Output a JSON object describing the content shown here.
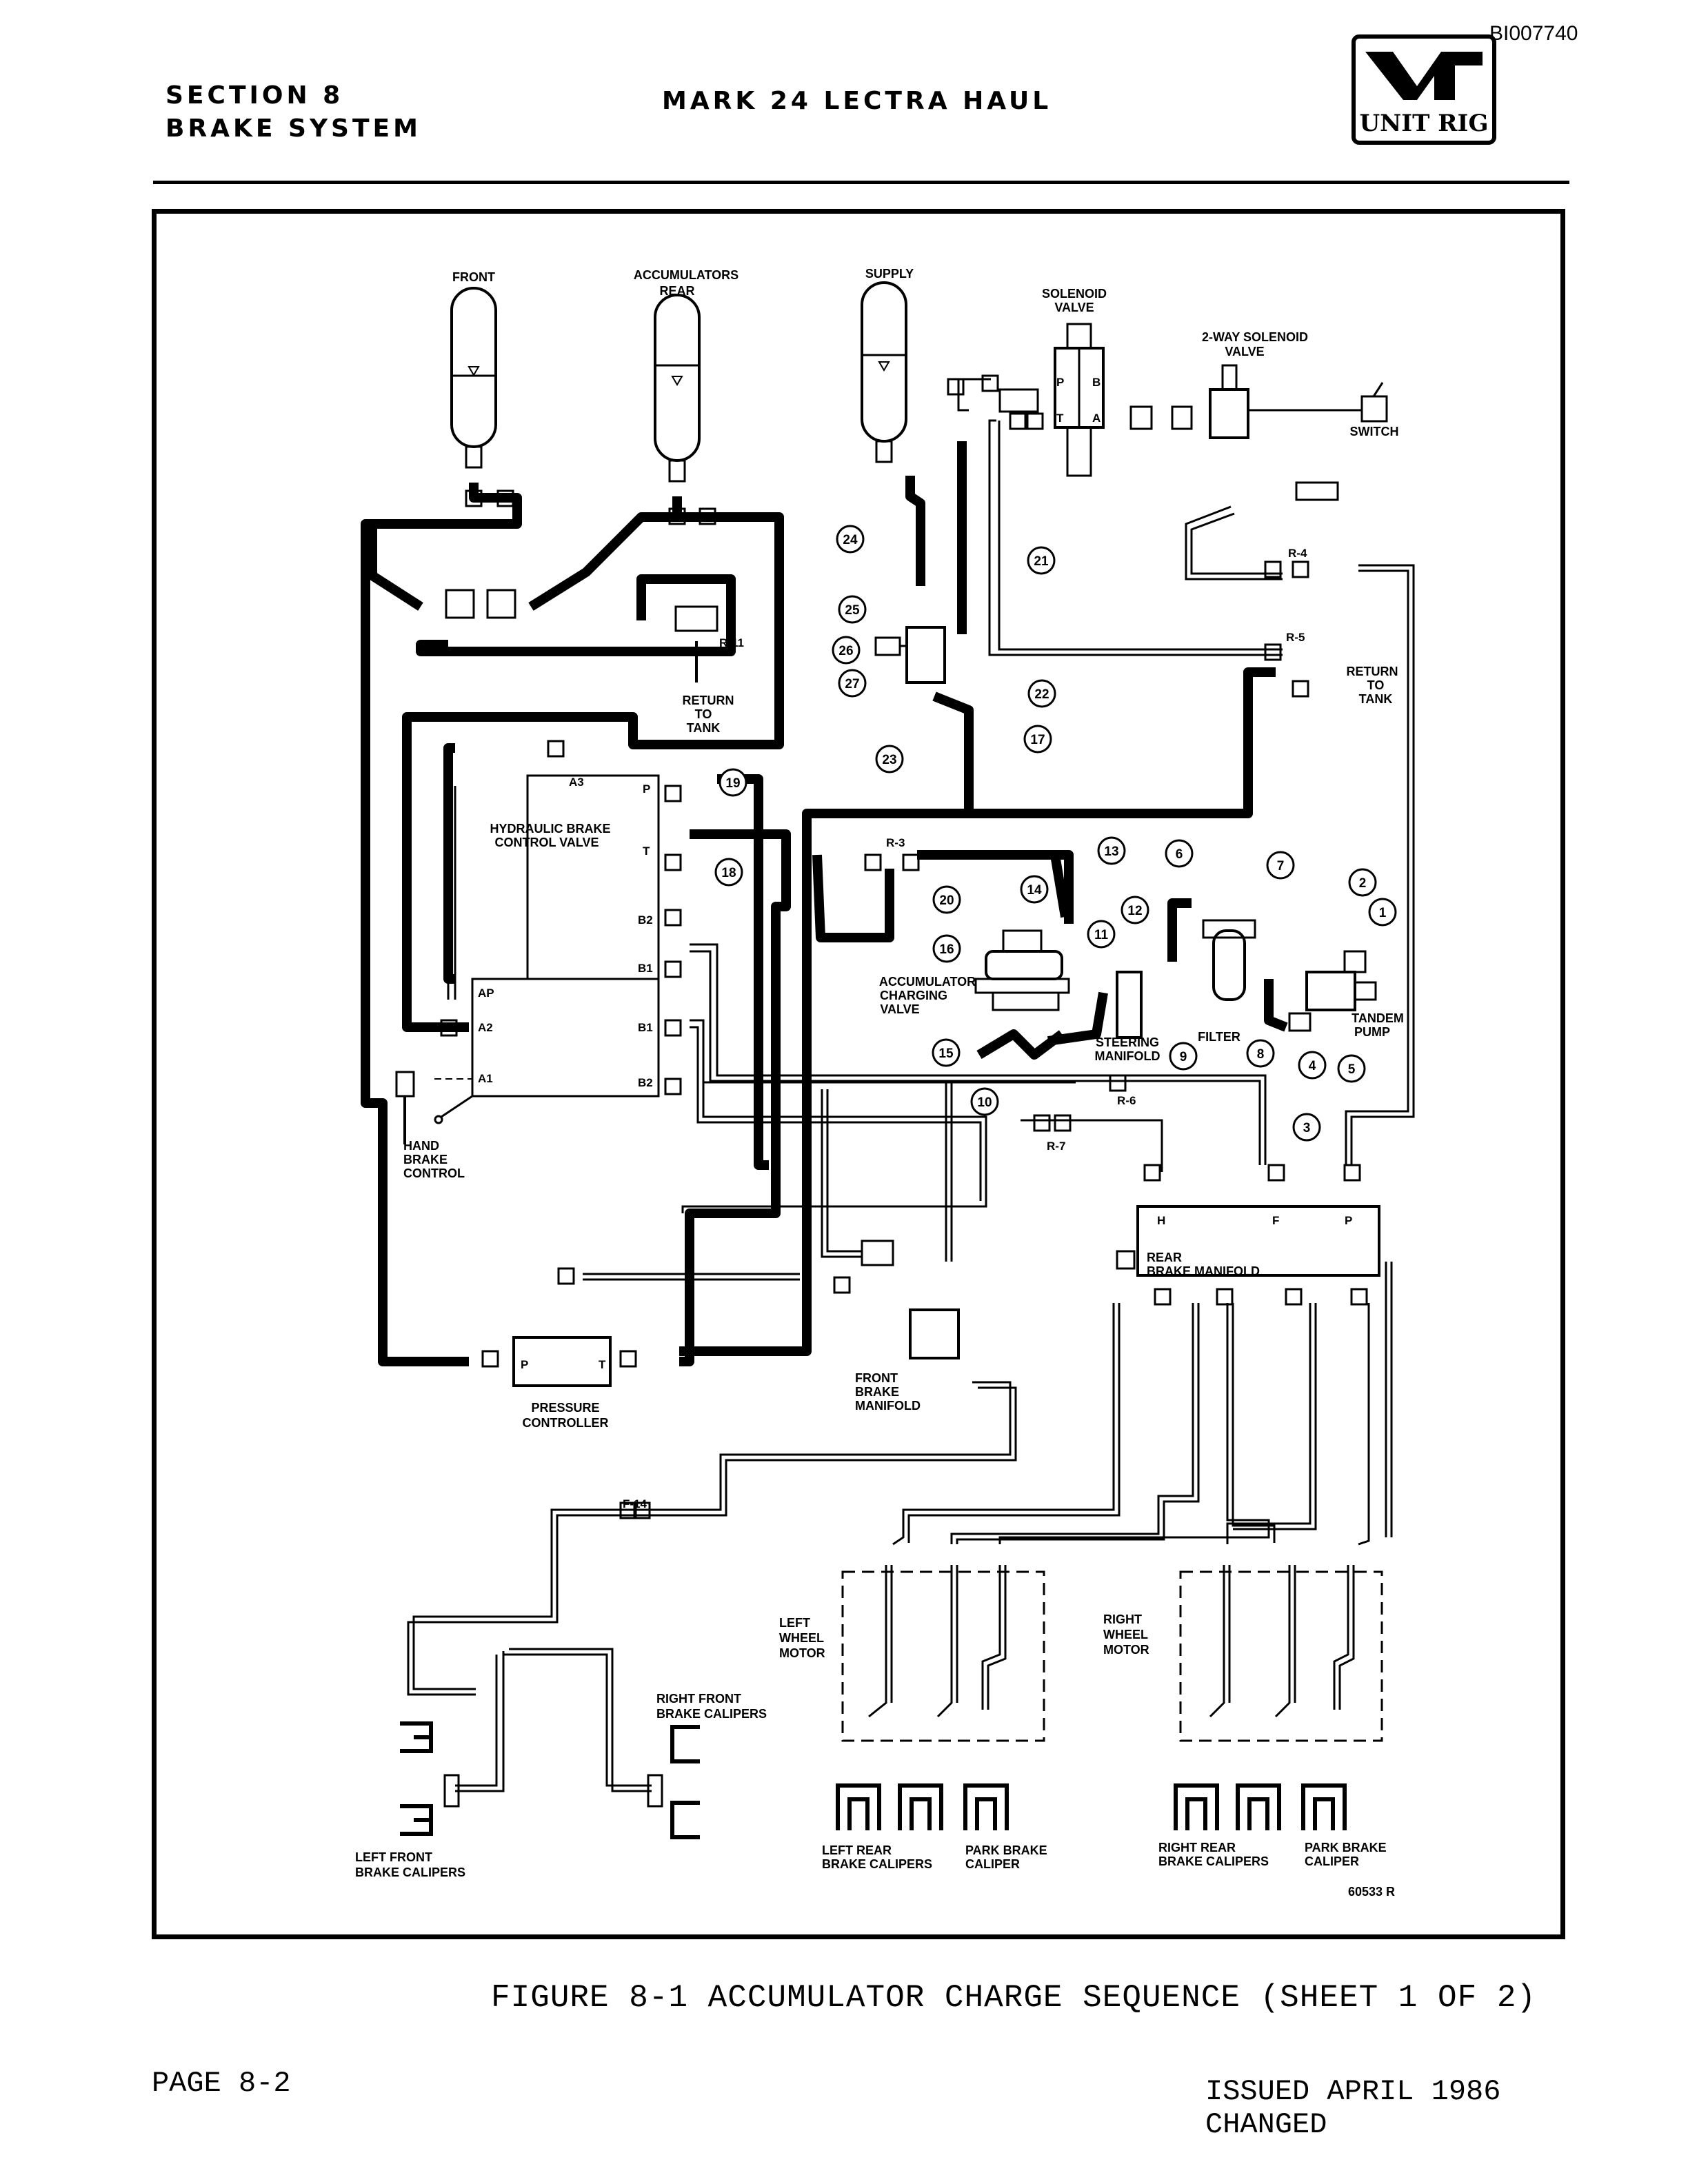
{
  "doc_id": "BI007740",
  "header": {
    "section": "SECTION 8",
    "subsection": "BRAKE SYSTEM",
    "title": "MARK 24 LECTRA HAUL",
    "logo_text": "UNIT RIG"
  },
  "diagram": {
    "accumulators_label": "ACCUMULATORS",
    "front_label": "FRONT",
    "rear_label": "REAR",
    "supply_label": "SUPPLY",
    "solenoid_valve_label": [
      "SOLENOID",
      "VALVE"
    ],
    "two_way_solenoid_label": [
      "2-WAY SOLENOID",
      "VALVE"
    ],
    "switch_label": "SWITCH",
    "return_to_tank_label": [
      "RETURN",
      "TO",
      "TANK"
    ],
    "hydraulic_brake_control_valve_label": [
      "HYDRAULIC BRAKE",
      "CONTROL VALVE"
    ],
    "hand_brake_control_label": [
      "HAND",
      "BRAKE",
      "CONTROL"
    ],
    "pressure_controller_label": [
      "PRESSURE",
      "CONTROLLER"
    ],
    "front_brake_manifold_label": [
      "FRONT",
      "BRAKE",
      "MANIFOLD"
    ],
    "accumulator_charging_valve_label": [
      "ACCUMULATOR",
      "CHARGING",
      "VALVE"
    ],
    "steering_manifold_label": [
      "STEERING",
      "MANIFOLD"
    ],
    "filter_label": "FILTER",
    "tandem_pump_label": [
      "TANDEM",
      "PUMP"
    ],
    "rear_brake_manifold_label": [
      "REAR",
      "BRAKE MANIFOLD"
    ],
    "left_wheel_motor_label": [
      "LEFT",
      "WHEEL",
      "MOTOR"
    ],
    "right_wheel_motor_label": [
      "RIGHT",
      "WHEEL",
      "MOTOR"
    ],
    "right_front_calipers_label": [
      "RIGHT FRONT",
      "BRAKE CALIPERS"
    ],
    "left_front_calipers_label": [
      "LEFT FRONT",
      "BRAKE CALIPERS"
    ],
    "left_rear_calipers_label": [
      "LEFT REAR",
      "BRAKE CALIPERS"
    ],
    "park_brake_caliper_label": [
      "PARK BRAKE",
      "CALIPER"
    ],
    "right_rear_calipers_label": [
      "RIGHT REAR",
      "BRAKE CALIPERS"
    ],
    "port_labels": [
      "A3",
      "P",
      "T",
      "B2",
      "B1",
      "AP",
      "A2",
      "A1",
      "H",
      "F",
      "A",
      "B"
    ],
    "line_labels": [
      "R-11",
      "R-3",
      "R-4",
      "R-5",
      "R-6",
      "R-7",
      "F-14"
    ],
    "callouts": [
      "1",
      "2",
      "3",
      "4",
      "5",
      "6",
      "7",
      "8",
      "9",
      "10",
      "11",
      "12",
      "13",
      "14",
      "15",
      "16",
      "17",
      "18",
      "19",
      "20",
      "21",
      "22",
      "23",
      "24",
      "25",
      "26",
      "27"
    ],
    "drawing_number": "60533 R"
  },
  "caption": "FIGURE 8-1 ACCUMULATOR CHARGE SEQUENCE (SHEET 1 OF 2)",
  "footer": {
    "page": "PAGE 8-2",
    "issued": "ISSUED APRIL 1986",
    "changed": "CHANGED"
  }
}
